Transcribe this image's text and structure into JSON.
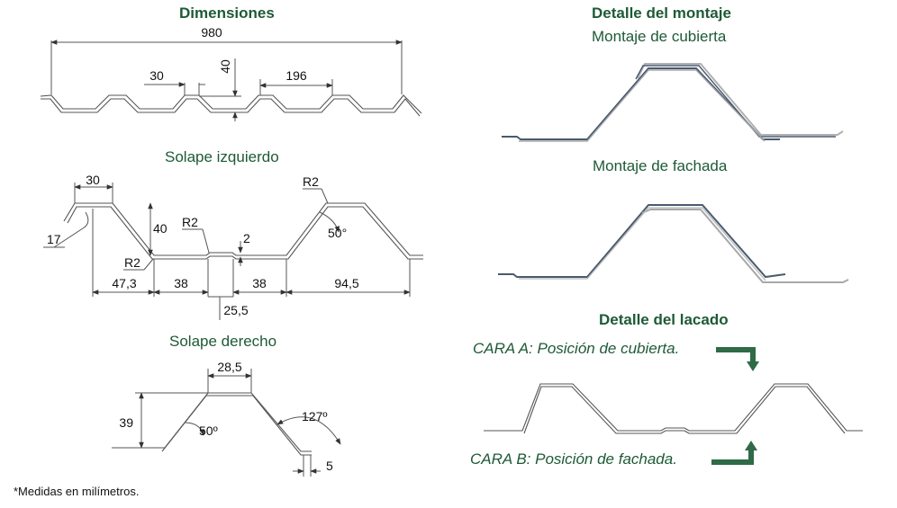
{
  "titles": {
    "dimensiones": "Dimensiones",
    "detalle_montaje": "Detalle del montaje",
    "montaje_cubierta": "Montaje de cubierta",
    "solape_izquierdo": "Solape izquierdo",
    "montaje_fachada": "Montaje de fachada",
    "detalle_lacado": "Detalle del lacado",
    "solape_derecho": "Solape derecho"
  },
  "cara": {
    "a": "CARA A: Posición de cubierta.",
    "b": "CARA B: Posición de fachada."
  },
  "footnote": "*Medidas en milímetros.",
  "dims": {
    "total_width": "980",
    "crest_width": "30",
    "height": "40",
    "pitch": "196"
  },
  "solape_izquierdo": {
    "top_width": "30",
    "angle_17": "17",
    "height": "40",
    "r2_left": "R2",
    "r2_middle": "R2",
    "r2_right": "R2",
    "stiffener": "2",
    "angle_50": "50°",
    "d_47_3": "47,3",
    "d_38_a": "38",
    "d_38_b": "38",
    "d_94_5": "94,5",
    "d_25_5": "25,5"
  },
  "solape_derecho": {
    "top_width": "28,5",
    "height": "39",
    "angle_50": "50º",
    "angle_127": "127º",
    "gap": "5"
  },
  "colors": {
    "title_green": "#1e5a36",
    "arrow_green": "#2e6b46",
    "profile_dark": "#4a5a70",
    "profile_light": "#a8a8a8",
    "line": "#555555"
  }
}
